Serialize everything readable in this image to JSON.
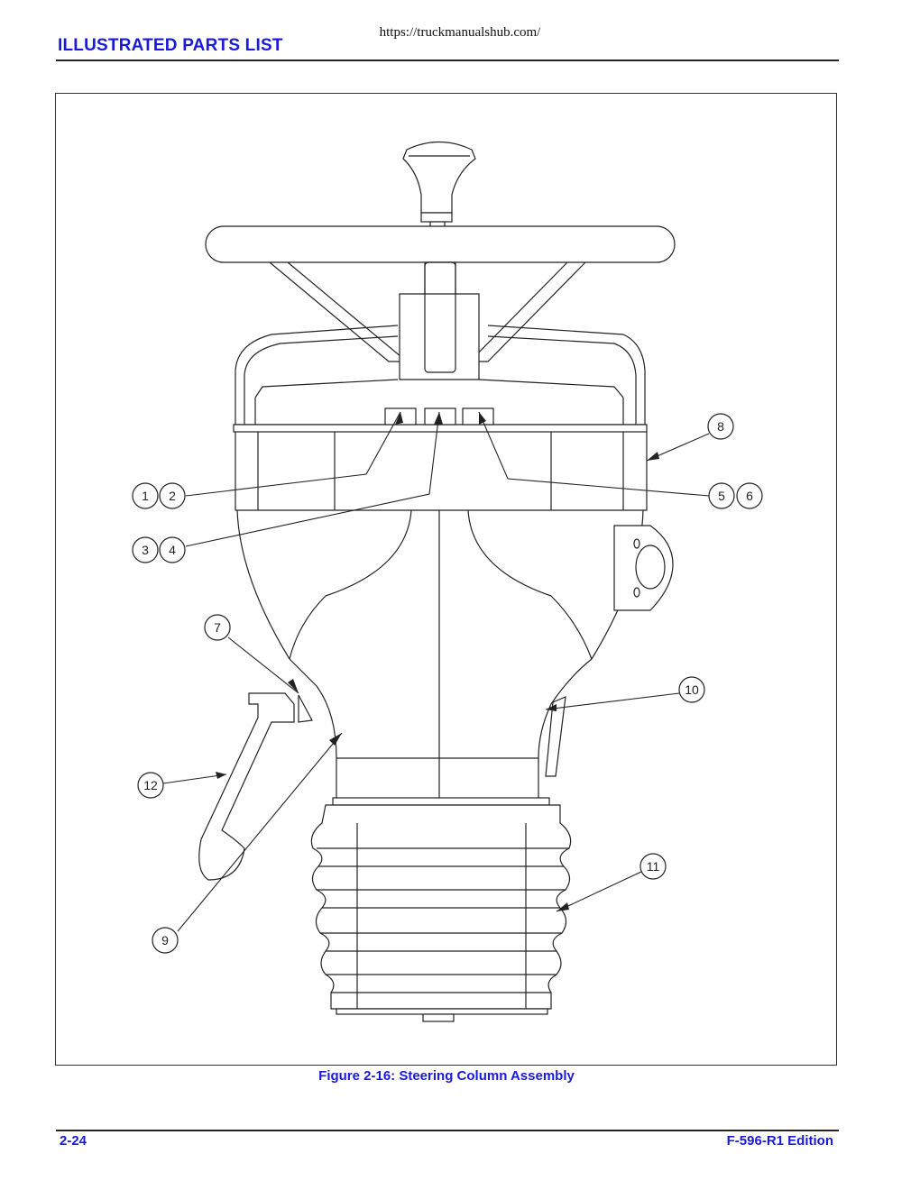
{
  "url": "https://truckmanualshub.com/",
  "header": {
    "title": "ILLUSTRATED PARTS LIST"
  },
  "figure": {
    "caption": "Figure 2-16:  Steering Column Assembly",
    "callouts": [
      "1",
      "2",
      "3",
      "4",
      "5",
      "6",
      "7",
      "8",
      "9",
      "10",
      "11",
      "12"
    ]
  },
  "footer": {
    "page": "2-24",
    "edition": "F-596-R1 Edition"
  }
}
